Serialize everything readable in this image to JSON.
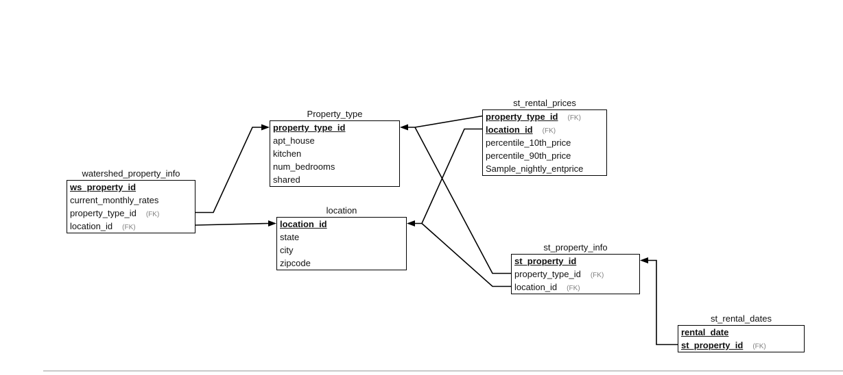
{
  "fk_label": "(FK)",
  "tables": [
    {
      "title": "watershed_property_info",
      "columns": [
        {
          "name": "ws_property_id",
          "pk": true
        },
        {
          "name": "current_monthly_rates"
        },
        {
          "name": "property_type_id",
          "fk": true
        },
        {
          "name": "location_id",
          "fk": true
        }
      ]
    },
    {
      "title": "Property_type",
      "columns": [
        {
          "name": "property_type_id",
          "pk": true
        },
        {
          "name": "apt_house"
        },
        {
          "name": "kitchen"
        },
        {
          "name": "num_bedrooms"
        },
        {
          "name": "shared"
        }
      ]
    },
    {
      "title": "st_rental_prices",
      "columns": [
        {
          "name": "property_type_id",
          "pk": true,
          "fk": true
        },
        {
          "name": "location_id",
          "pk": true,
          "fk": true
        },
        {
          "name": "percentile_10th_price"
        },
        {
          "name": "percentile_90th_price"
        },
        {
          "name": "Sample_nightly_entprice"
        }
      ]
    },
    {
      "title": "location",
      "columns": [
        {
          "name": "location_id",
          "pk": true
        },
        {
          "name": "state"
        },
        {
          "name": "city"
        },
        {
          "name": "zipcode"
        }
      ]
    },
    {
      "title": "st_property_info",
      "columns": [
        {
          "name": "st_property_id",
          "pk": true
        },
        {
          "name": "property_type_id",
          "fk": true
        },
        {
          "name": "location_id",
          "fk": true
        }
      ]
    },
    {
      "title": "st_rental_dates",
      "columns": [
        {
          "name": "rental_date",
          "pk": true
        },
        {
          "name": "st_property_id",
          "pk": true,
          "fk": true
        }
      ]
    }
  ],
  "relationships": [
    {
      "from": "watershed_property_info.property_type_id",
      "to": "Property_type.property_type_id"
    },
    {
      "from": "watershed_property_info.location_id",
      "to": "location.location_id"
    },
    {
      "from": "st_rental_prices.property_type_id",
      "to": "Property_type.property_type_id"
    },
    {
      "from": "st_property_info.property_type_id",
      "to": "Property_type.property_type_id"
    },
    {
      "from": "st_rental_prices.location_id",
      "to": "location.location_id"
    },
    {
      "from": "st_property_info.location_id",
      "to": "location.location_id"
    },
    {
      "from": "st_rental_dates.st_property_id",
      "to": "st_property_info.st_property_id"
    }
  ],
  "colors": {
    "line": "#000000",
    "box_border": "#000000",
    "box_fill": "#ffffff",
    "text": "#111111",
    "fk_text": "#808080",
    "page_edge": "#c9c9c9"
  }
}
